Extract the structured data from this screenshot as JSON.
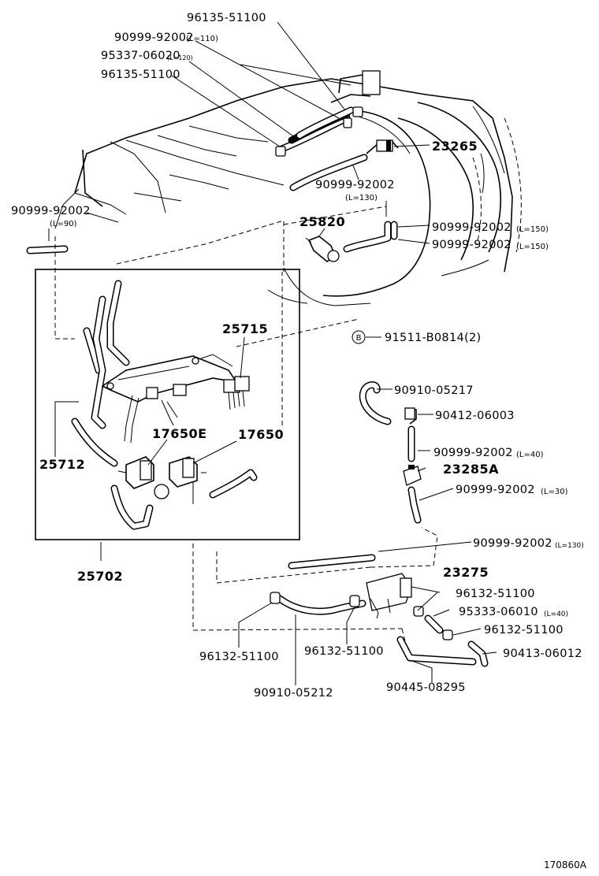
{
  "labels": {
    "p_96135_51100_top": "96135-51100",
    "p_90999_92002_a": "90999-92002",
    "p_90999_92002_a_len": "(L=110)",
    "p_95337_06020": "95337-06020",
    "p_95337_06020_len": "(L=120)",
    "p_96135_51100_b": "96135-51100",
    "p_23265": "23265",
    "p_90999_92002_b": "90999-92002",
    "p_90999_92002_b_len": "(L=130)",
    "p_90999_92002_left": "90999-92002",
    "p_90999_92002_left_len": "(L=90)",
    "p_25820": "25820",
    "p_90999_92002_c": "90999-92002",
    "p_90999_92002_c_len": "(L=150)",
    "p_90999_92002_d": "90999-92002",
    "p_90999_92002_d_len": "(L=150)",
    "p_25715": "25715",
    "p_bolt_marker": "B",
    "p_91511": "91511-B0814(2)",
    "p_90910_05217": "90910-05217",
    "p_90412_06003": "90412-06003",
    "p_90999_92002_e": "90999-92002",
    "p_90999_92002_e_len": "(L=40)",
    "p_17650E": "17650E",
    "p_17650": "17650",
    "p_25712": "25712",
    "p_23285A": "23285A",
    "p_90999_92002_f": "90999-92002",
    "p_90999_92002_f_len": "(L=30)",
    "p_90999_92002_g": "90999-92002",
    "p_90999_92002_g_len": "(L=130)",
    "p_25702": "25702",
    "p_23275": "23275",
    "p_96132_51100_a": "96132-51100",
    "p_95333_06010": "95333-06010",
    "p_95333_06010_len": "(L=40)",
    "p_96132_51100_b": "96132-51100",
    "p_96132_51100_c": "96132-51100",
    "p_96132_51100_d": "96132-51100",
    "p_90413_06012": "90413-06012",
    "p_90910_05212": "90910-05212",
    "p_90445_08295": "90445-08295",
    "figure_id": "170860A"
  }
}
